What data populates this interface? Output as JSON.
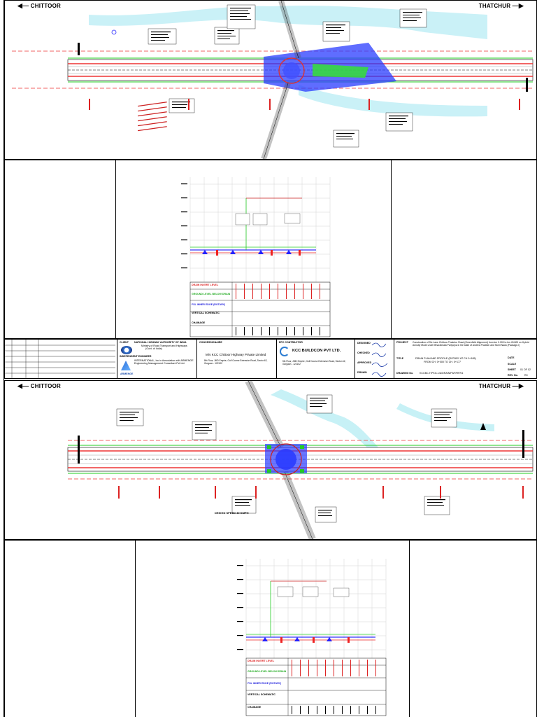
{
  "sheet1": {
    "left_direction": "CHITTOOR",
    "right_direction": "THATCHUR"
  },
  "sheet2": {
    "left_direction": "CHITTOOR",
    "right_direction": "THATCHUR",
    "design_speed": "DESIGN SPEED 40 KMPH"
  },
  "profile_rows": {
    "drain_invert": "DRAIN INVERT LEVEL",
    "ground_level": "GROUND LEVEL BELOW DRAIN",
    "fsl_edge": "FSL INNER EDGE (ROTARY)",
    "vertical_schematic": "VERTICAL SCHEMATIC",
    "chainage": "CHAINAGE"
  },
  "title_block": {
    "client_label": "CLIENT",
    "client": "NATIONAL HIGHWAY AUTHORITY OF INDIA",
    "client_sub1": "Ministry of Road Transport and Highways",
    "client_sub2": "(Govt. of India)",
    "concessionaire_label": "CONCESSIONAIRE",
    "concessionaire": "M/s KCC Chittoor Highway Private Limited",
    "concessionaire_addr": "8th Floor, JMD Empire, Golf Course Extension Road, Sector-62, Gurgaon - 122102",
    "ie_label": "INDEPENDENT ENGINEER",
    "ie_name": "INTERNATIONAL, Inc in Association with ARMENGE Engineering Management Consultant Pvt Ltd.",
    "ie_logo": "ARMENGE",
    "epc_label": "EPC CONTRACTOR",
    "epc": "KCC BUILDCON PVT LTD.",
    "epc_addr": "5th Floor, JMD Empire, Golf Course Extension Road, Sector-62, Gurgaon - 122102",
    "designed": "DESIGNED",
    "checked": "CHECKED",
    "approved": "APPROVED",
    "drawn": "DRAWN",
    "project_label": "PROJECT",
    "project": "Construction of Six Lane Chittoor-Thatchur Road (Greenfield Alignment) from km 0.000 to km 43.800 on Hybrid Annuity Mode under Bharatmala Pariyojna in the state of Andhra Pradesh and Tamil Nadu (Package-I)",
    "title_label": "TITLE",
    "title": "DRAIN PLAN AND PROFILE (ROTARY AT CH 0+185)",
    "title_sub": "FROM CH. 0+000 TO CH. 0+177",
    "drawing_no_label": "DRAWING No.",
    "drawing_no": "KCCBC-T/PKG-1/A/DRAIN/P&P/RP/01",
    "date_label": "DATE",
    "scale_label": "SCALE",
    "sheet_label": "SHEET",
    "sheet_value": "01 OF 02",
    "rev_label": "REV. No.",
    "rev_value": "R0"
  }
}
